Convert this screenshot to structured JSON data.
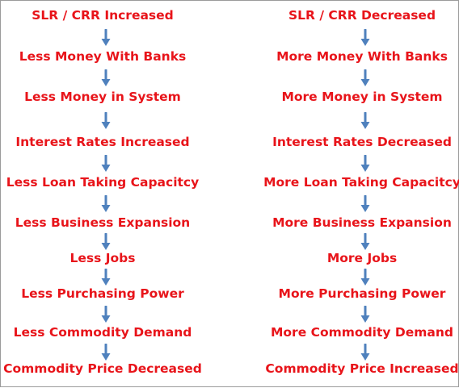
{
  "columns": [
    {
      "id": "increase",
      "steps": [
        "SLR / CRR Increased",
        "Less Money With Banks",
        "Less Money in System",
        "Interest Rates Increased",
        "Less Loan Taking Capacitcy",
        "Less Business Expansion",
        "Less Jobs",
        "Less Purchasing Power",
        "Less Commodity Demand",
        "Commodity Price Decreased"
      ]
    },
    {
      "id": "decrease",
      "steps": [
        "SLR / CRR Decreased",
        "More Money With Banks",
        "More Money in System",
        "Interest Rates Decreased",
        "More Loan Taking Capacitcy",
        "More Business Expansion",
        "More Jobs",
        "More Purchasing Power",
        "More Commodity Demand",
        "Commodity Price Increased"
      ]
    }
  ],
  "colors": {
    "text": "#e8141a",
    "arrow": "#4f81bd",
    "border": "#9a9a9a"
  },
  "arrow_icon": "down-arrow-icon"
}
